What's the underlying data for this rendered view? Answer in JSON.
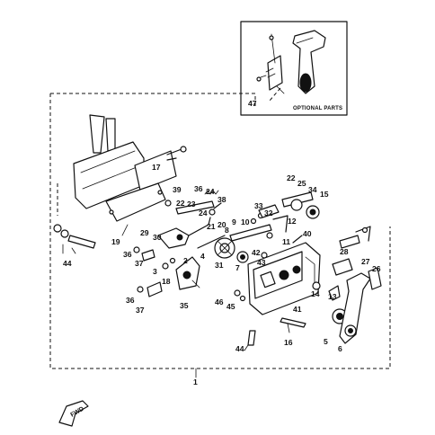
{
  "diagram": {
    "assembly_ref": "1",
    "optional_caption": "OPTIONAL PARTS",
    "direction_label": "FWD",
    "callouts": {
      "c1": "1",
      "c2": "2",
      "c3": "3",
      "c4": "4",
      "c5": "5",
      "c6": "6",
      "c7": "7",
      "c8": "8",
      "c9": "9",
      "c10": "10",
      "c11": "11",
      "c12": "12",
      "c13": "13",
      "c14": "14",
      "c15": "15",
      "c16": "16",
      "c17": "17",
      "c18": "18",
      "c19": "19",
      "c20": "20",
      "c21": "21",
      "c22": "22",
      "c22b": "22",
      "c23": "23",
      "c24": "24",
      "c24b": "24",
      "c25": "25",
      "c26": "26",
      "c27": "27",
      "c28": "28",
      "c29": "29",
      "c30": "30",
      "c31": "31",
      "c32": "32",
      "c33": "33",
      "c34": "34",
      "c35": "35",
      "c36a": "36",
      "c36b": "36",
      "c36c": "36",
      "c37a": "37",
      "c37b": "37",
      "c38": "38",
      "c39": "39",
      "c40": "40",
      "c41": "41",
      "c42": "42",
      "c43": "43",
      "c44a": "44",
      "c44b": "44",
      "c45": "45",
      "c46": "46",
      "c47": "47"
    }
  }
}
